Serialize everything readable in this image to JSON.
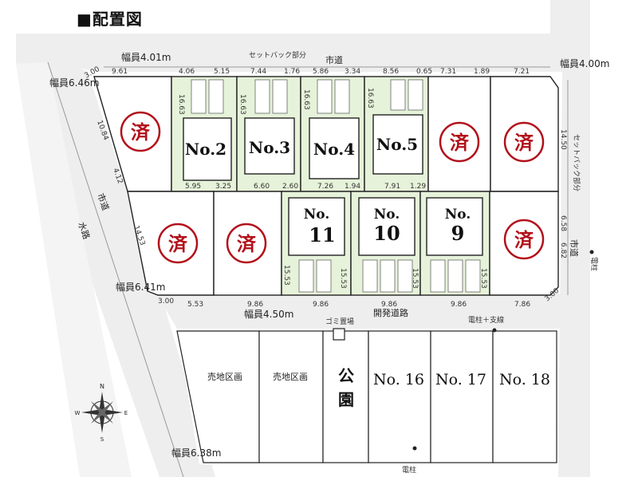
{
  "title": "■配置図",
  "roads": {
    "top_width": "幅員4.01m",
    "setback_top": "セットバック部分",
    "city_road_top": "市道",
    "right_width": "幅員4.00m",
    "setback_right": "セットバック部分",
    "city_road_right": "市道",
    "left_width_1": "幅員6.46m",
    "city_road_left": "市道",
    "waterway": "水路",
    "left_width_2": "幅員6.41m",
    "dev_road_width": "幅員4.50m",
    "dev_road": "開発道路",
    "bottom_width": "幅員6.38m"
  },
  "facilities": {
    "garbage": "ゴミ置場",
    "pole_support": "電柱＋支線",
    "pole_right": "電柱",
    "pole_bottom": "電柱"
  },
  "sold_mark": "済",
  "lots_top": [
    {
      "name": "No.2",
      "sold": false
    },
    {
      "name": "No.3",
      "sold": false
    },
    {
      "name": "No.4",
      "sold": false
    },
    {
      "name": "No.5",
      "sold": false
    }
  ],
  "lots_mid": [
    {
      "line1": "No.",
      "line2": "11"
    },
    {
      "line1": "No.",
      "line2": "10"
    },
    {
      "line1": "No.",
      "line2": "9"
    }
  ],
  "lots_bottom": [
    {
      "name": "売地区画"
    },
    {
      "name": "売地区画"
    },
    {
      "name": "公",
      "name2": "園"
    },
    {
      "name": "No. 16"
    },
    {
      "name": "No. 17"
    },
    {
      "name": "No. 18"
    }
  ],
  "compass": {
    "n": "N",
    "s": "S",
    "e": "E",
    "w": "W"
  },
  "dims": {
    "top_row_top": [
      "9.61",
      "4.06",
      "5.15",
      "7.44",
      "1.76",
      "5.86",
      "3.34",
      "8.56",
      "0.65",
      "7.31",
      "1.89",
      "7.21"
    ],
    "top_row_bottom": [
      "5.95",
      "3.25",
      "6.60",
      "2.60",
      "7.26",
      "1.94",
      "7.91",
      "1.29"
    ],
    "vertical_top": [
      "16.63",
      "16.63",
      "16.63",
      "16.63"
    ],
    "vertical_mid": [
      "15.53",
      "15.53",
      "15.53",
      "15.53"
    ],
    "corner_3": "3.00",
    "left_side": [
      "10.84",
      "4.12",
      "14.53"
    ],
    "right_side": [
      "14.50",
      "6.58",
      "6.82"
    ],
    "mid_row_bottom": [
      "3.00",
      "5.53",
      "9.86",
      "9.86",
      "9.86",
      "9.86",
      "7.86",
      "3.00"
    ]
  }
}
